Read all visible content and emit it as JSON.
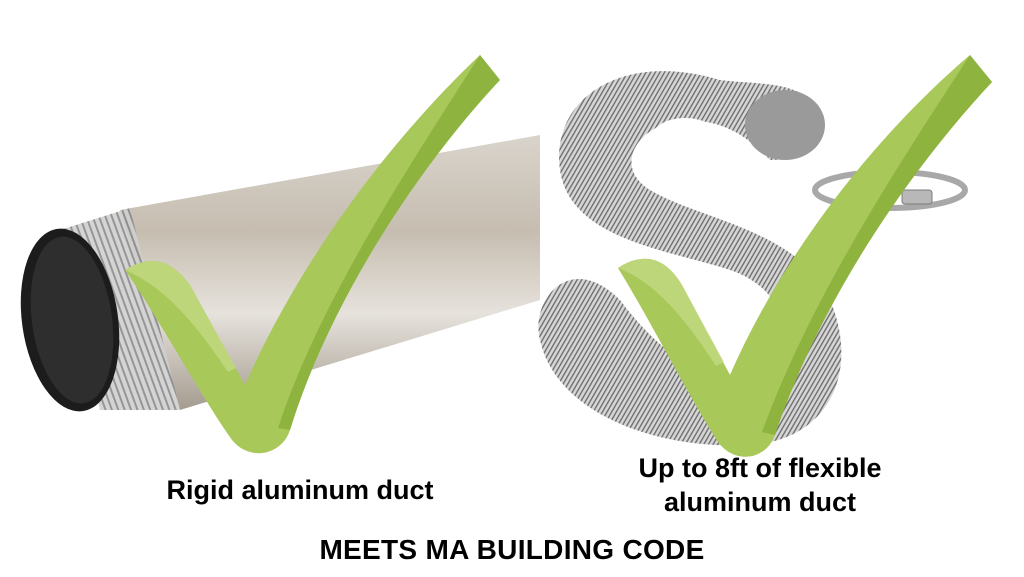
{
  "panels": [
    {
      "id": "rigid",
      "image_subject": "Rigid aluminum duct pipe",
      "badge_icon": "green-checkmark-icon",
      "caption": "Rigid aluminum duct"
    },
    {
      "id": "flexible",
      "image_subject": "Flexible aluminum duct with hose clamp",
      "badge_icon": "green-checkmark-icon",
      "caption_line1": "Up to 8ft of flexible",
      "caption_line2": "aluminum duct"
    }
  ],
  "footer": {
    "title": "MEETS MA BUILDING CODE"
  },
  "colors": {
    "checkmark": "#a8c85a",
    "checkmark_shade": "#8fb33f",
    "checkmark_highlight": "#c5dc86",
    "text": "#000000",
    "background": "#ffffff"
  }
}
